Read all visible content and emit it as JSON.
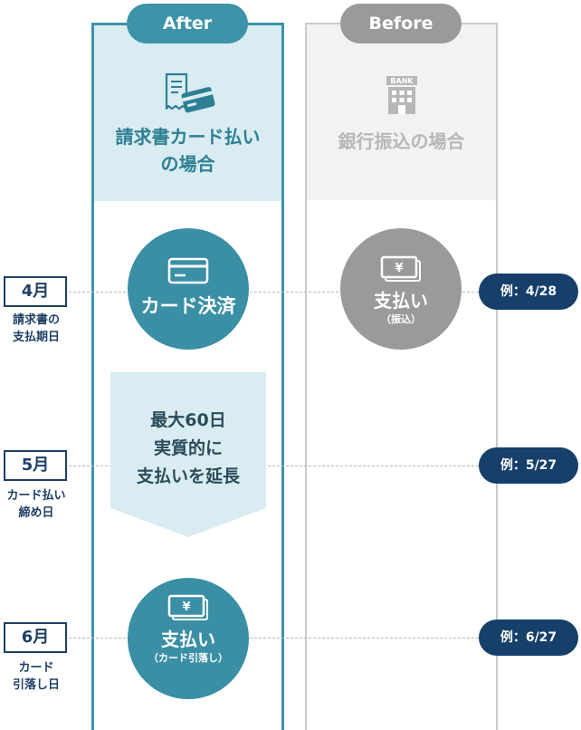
{
  "after": {
    "badge": "After",
    "title_line1": "請求書カード払い",
    "title_line2": "の場合",
    "step1": "カード決済",
    "extension_line1": "最大60日",
    "extension_line2": "実質的に",
    "extension_line3": "支払いを延長",
    "step2_main": "支払い",
    "step2_sub": "（カード引落し）"
  },
  "before": {
    "badge": "Before",
    "title": "銀行振込の場合",
    "bank_sign": "BANK",
    "step_main": "支払い",
    "step_sub": "（振込）"
  },
  "timeline": [
    {
      "month": "4月",
      "label_line1": "請求書の",
      "label_line2": "支払期日",
      "example": "例：4/28"
    },
    {
      "month": "5月",
      "label_line1": "カード払い",
      "label_line2": "締め日",
      "example": "例：5/27"
    },
    {
      "month": "6月",
      "label_line1": "カード",
      "label_line2": "引落し日",
      "example": "例：6/27"
    }
  ],
  "colors": {
    "after_accent": "#3d93a8",
    "after_tint": "#d9ecf1",
    "before_gray": "#9a9a9a",
    "navy": "#163f6a"
  },
  "icons": {
    "after_header": "invoice-card-icon",
    "before_header": "bank-building-icon",
    "card": "credit-card-icon",
    "cash": "yen-banknote-icon"
  }
}
